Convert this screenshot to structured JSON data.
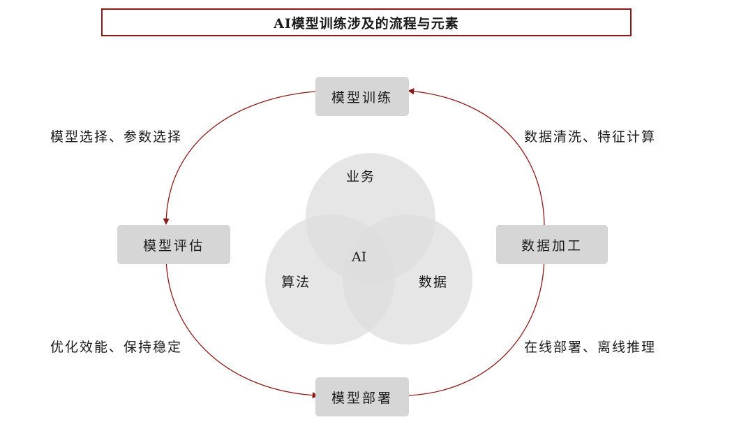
{
  "title": "AI模型训练涉及的流程与元素",
  "nodes": {
    "training": "模型训练",
    "evaluation": "模型评估",
    "deployment": "模型部署",
    "processing": "数据加工"
  },
  "edge_labels": {
    "top_left": "模型选择、参数选择",
    "top_right": "数据清洗、特征计算",
    "bottom_left": "优化效能、保持稳定",
    "bottom_right": "在线部署、离线推理"
  },
  "venn": {
    "top": "业务",
    "left": "算法",
    "right": "数据",
    "center": "AI"
  },
  "colors": {
    "accent": "#8b1a1a",
    "node_fill": "#d6d6d6",
    "venn_fill": "#dcdcdc"
  }
}
